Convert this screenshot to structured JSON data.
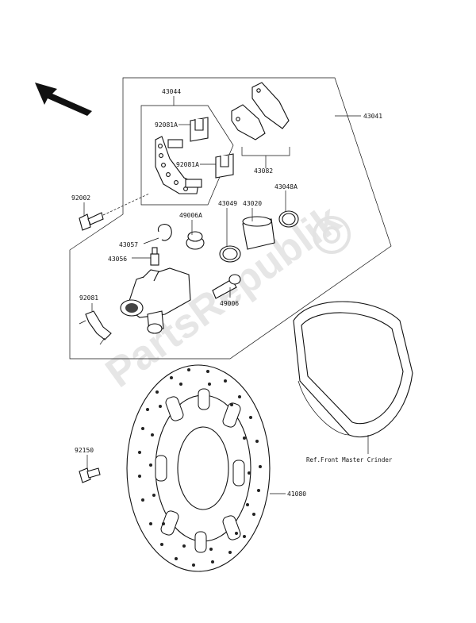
{
  "watermark": "PartsRepublik",
  "labels": {
    "l43044": "43044",
    "l43041": "43041",
    "l92081a_top": "92081A",
    "l92081a_mid": "92081A",
    "l43082": "43082",
    "l92002": "92002",
    "l43048a": "43048A",
    "l49006a": "49006A",
    "l43049": "43049",
    "l43020": "43020",
    "l43057": "43057",
    "l43056": "43056",
    "l92081": "92081",
    "l49006": "49006",
    "l92150": "92150",
    "l41080": "41080"
  },
  "reference_note": "Ref.Front Master Crinder",
  "colors": {
    "line": "#111111",
    "watermark": "#e6e6e6",
    "background": "#ffffff"
  }
}
